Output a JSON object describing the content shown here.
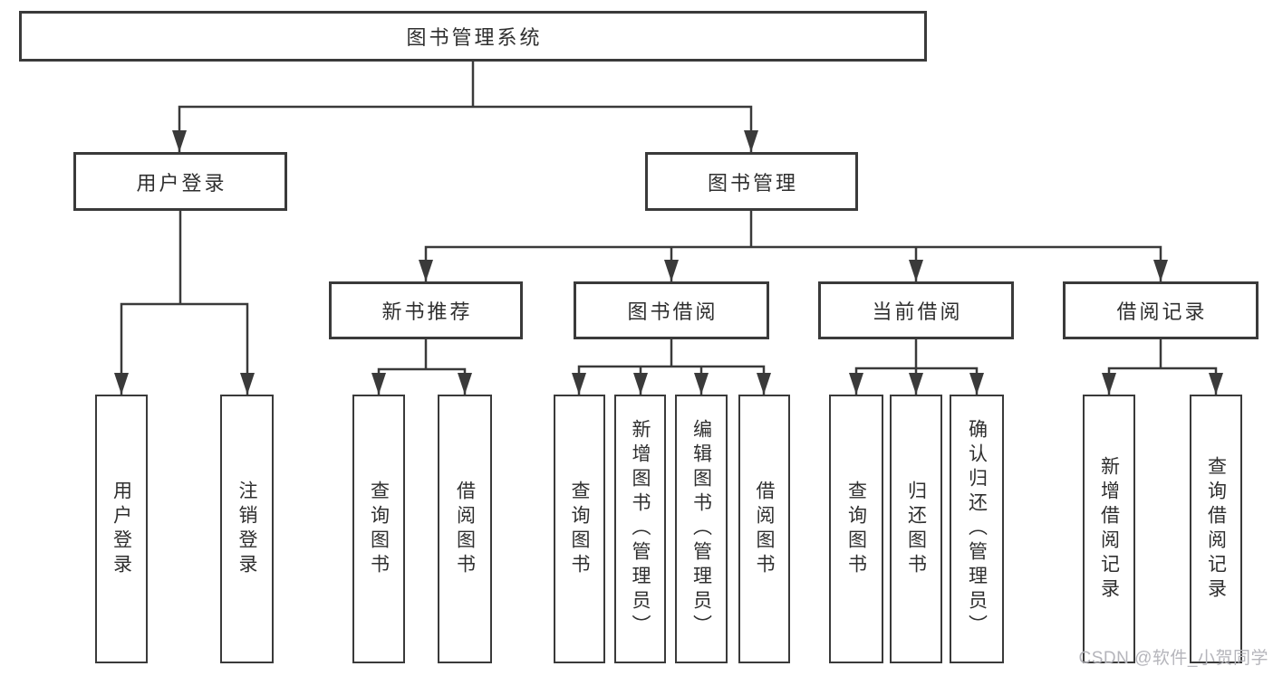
{
  "diagram": {
    "title": "图书管理系统",
    "root": {
      "label": "图书管理系统"
    },
    "branches": [
      {
        "label": "用户登录",
        "children": [
          {
            "label": "用户登录"
          },
          {
            "label": "注销登录"
          }
        ]
      },
      {
        "label": "图书管理",
        "children": [
          {
            "label": "新书推荐",
            "children": [
              {
                "label": "查询图书"
              },
              {
                "label": "借阅图书"
              }
            ]
          },
          {
            "label": "图书借阅",
            "children": [
              {
                "label": "查询图书"
              },
              {
                "label": "新增图书（管理员）"
              },
              {
                "label": "编辑图书（管理员）"
              },
              {
                "label": "借阅图书"
              }
            ]
          },
          {
            "label": "当前借阅",
            "children": [
              {
                "label": "查询图书"
              },
              {
                "label": "归还图书"
              },
              {
                "label": "确认归还（管理员）"
              }
            ]
          },
          {
            "label": "借阅记录",
            "children": [
              {
                "label": "新增借阅记录"
              },
              {
                "label": "查询借阅记录"
              }
            ]
          }
        ]
      }
    ]
  },
  "watermark": {
    "text": "CSDN @软件_小贺同学",
    "color": "#b5b5bb"
  },
  "colors": {
    "background": "#ffffff",
    "line": "#3a3a3a",
    "box_border": "#3a3a3a",
    "box_fill": "#ffffff",
    "text": "#2f2f2f"
  }
}
